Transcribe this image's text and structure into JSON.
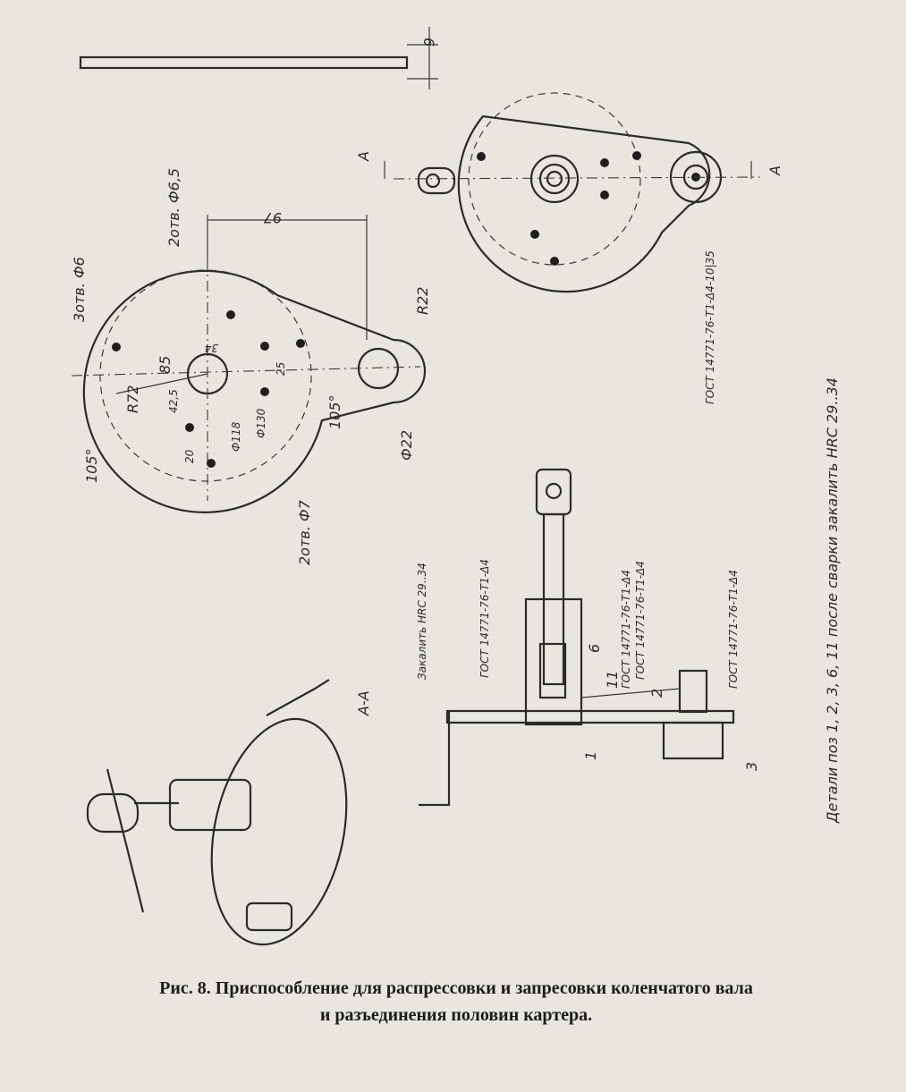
{
  "caption": {
    "line1": "Рис. 8. Приспособление для распрессовки и запресовки коленчатого вала",
    "line2": "и разъединения половин картера."
  },
  "dimensions": {
    "thickness": "6",
    "holes_6_5": "2отв. Ф6,5",
    "holes_6": "3отв. Ф6",
    "holes_7": "2отв. Ф7",
    "length_97": "97",
    "radius_22": "R22",
    "diam_22": "Ф22",
    "radius_72": "R72",
    "dim_85": "85",
    "dim_34": "34",
    "dim_25": "25",
    "dim_42_5": "42,5",
    "dim_20": "20",
    "diam_118": "Ф118",
    "diam_130": "Ф130",
    "angle_105_left": "105°",
    "angle_105_right": "105°"
  },
  "section": {
    "label_a_left": "А",
    "label_a_right": "А",
    "section_label": "А-А",
    "harden_34": "Закалить  HRC 29..34",
    "gost_a": "ГОСТ 14771-76-Т1-Δ4",
    "gost_b": "ГОСТ 14771-76-Т1-Δ4",
    "gost_c": "ГОСТ 14771-76-Т1-Δ4",
    "gost_d": "ГОСТ 14771-76-Т1-Δ4",
    "gost_top": "ГОСТ 14771-76-Т1-Δ4-10|35",
    "part_1": "1",
    "part_2": "2",
    "part_3": "3",
    "part_6": "6",
    "part_11": "11",
    "note": "Детали поз 1, 2, 3, 6, 11 после сварки закалить HRC 29..34"
  }
}
